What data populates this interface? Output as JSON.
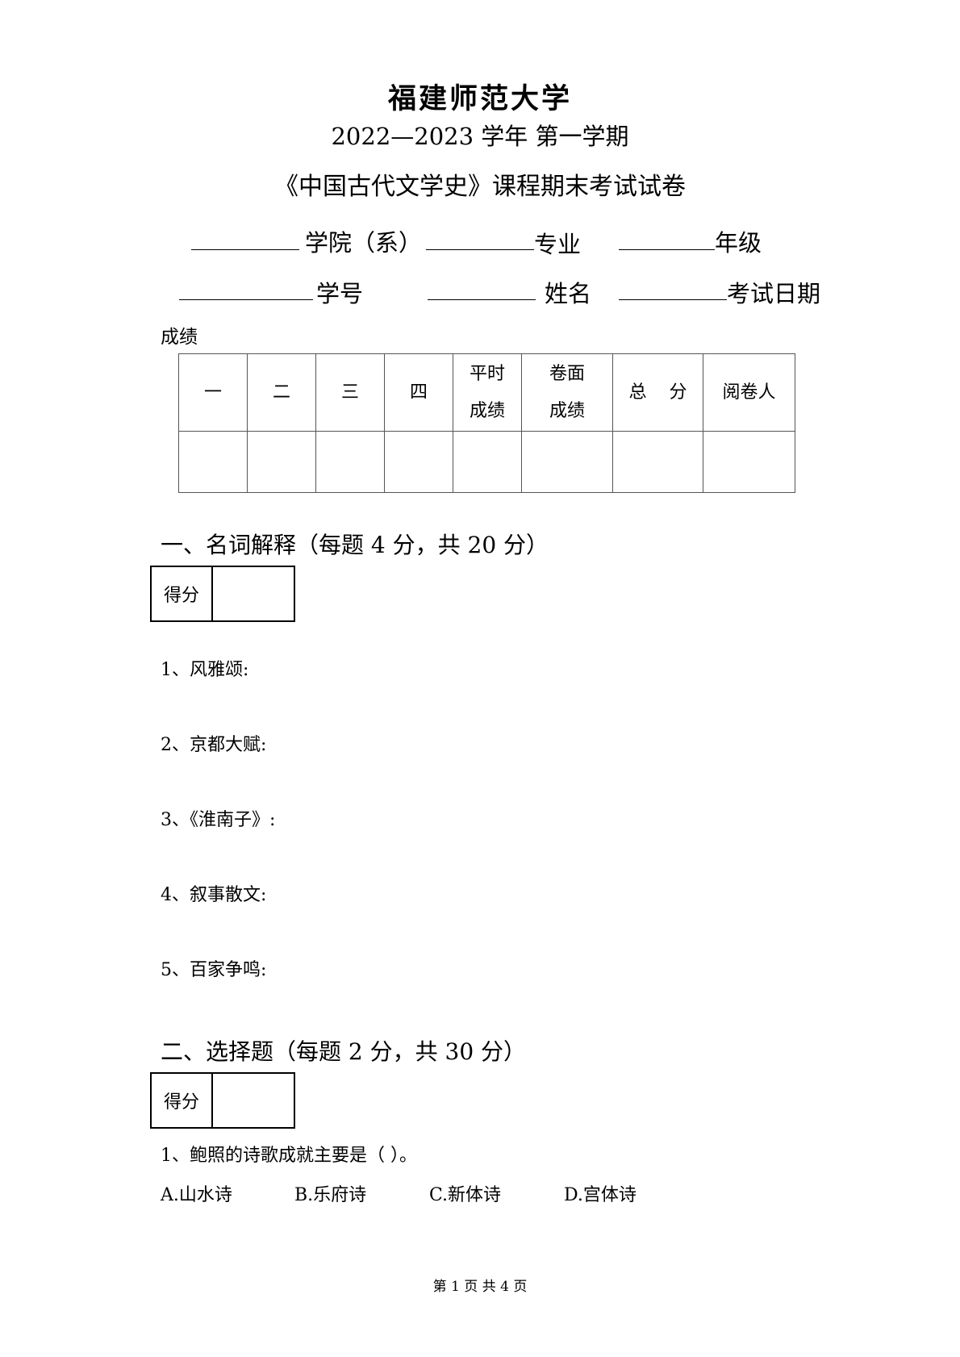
{
  "header": {
    "university": "福建师范大学",
    "term": "2022—2023 学年  第一学期",
    "title": "《中国古代文学史》课程期末考试试卷"
  },
  "info_fields": {
    "college": "学院（系）",
    "major": "专业",
    "grade": "年级",
    "student_id": "学号",
    "name": "姓名",
    "exam_date": "考试日期"
  },
  "score_section": {
    "label": "成绩",
    "headers": [
      "一",
      "二",
      "三",
      "四",
      "平时\n成绩",
      "卷面\n成绩",
      "总    分",
      "阅卷人"
    ]
  },
  "section1": {
    "heading": "一、名词解释（每题 4 分，共 20 分）",
    "score_box_label": "得分",
    "questions": [
      "1、风雅颂:",
      "2、京都大赋:",
      "3、《淮南子》:",
      "4、叙事散文:",
      "5、百家争鸣:"
    ]
  },
  "section2": {
    "heading": "二、选择题（每题 2 分，共 30 分）",
    "score_box_label": "得分",
    "question": "1、鲍照的诗歌成就主要是（    ）。",
    "options": [
      "A.山水诗",
      "B.乐府诗",
      "C.新体诗",
      "D.宫体诗"
    ]
  },
  "footer": "第 1 页 共 4 页"
}
